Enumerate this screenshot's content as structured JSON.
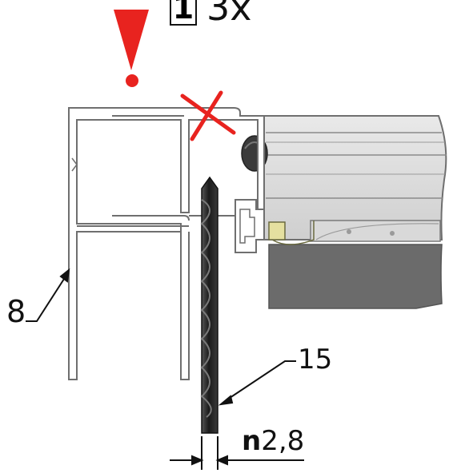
{
  "header": {
    "quantity_box": "1",
    "quantity_text": "3x"
  },
  "callouts": {
    "profile": "8",
    "drill": "15"
  },
  "dimension": {
    "symbol": "n",
    "value": "2,8"
  },
  "colors": {
    "warning": "#e8231f",
    "line": "#111111",
    "profile_stroke": "#6f6f6f",
    "cassette_light": "#dadada",
    "cassette_dark": "#6b6b6b",
    "drill": "#2a2a2a"
  },
  "icons": [
    "warning-exclamation-icon",
    "cross-out-icon",
    "drill-bit"
  ]
}
